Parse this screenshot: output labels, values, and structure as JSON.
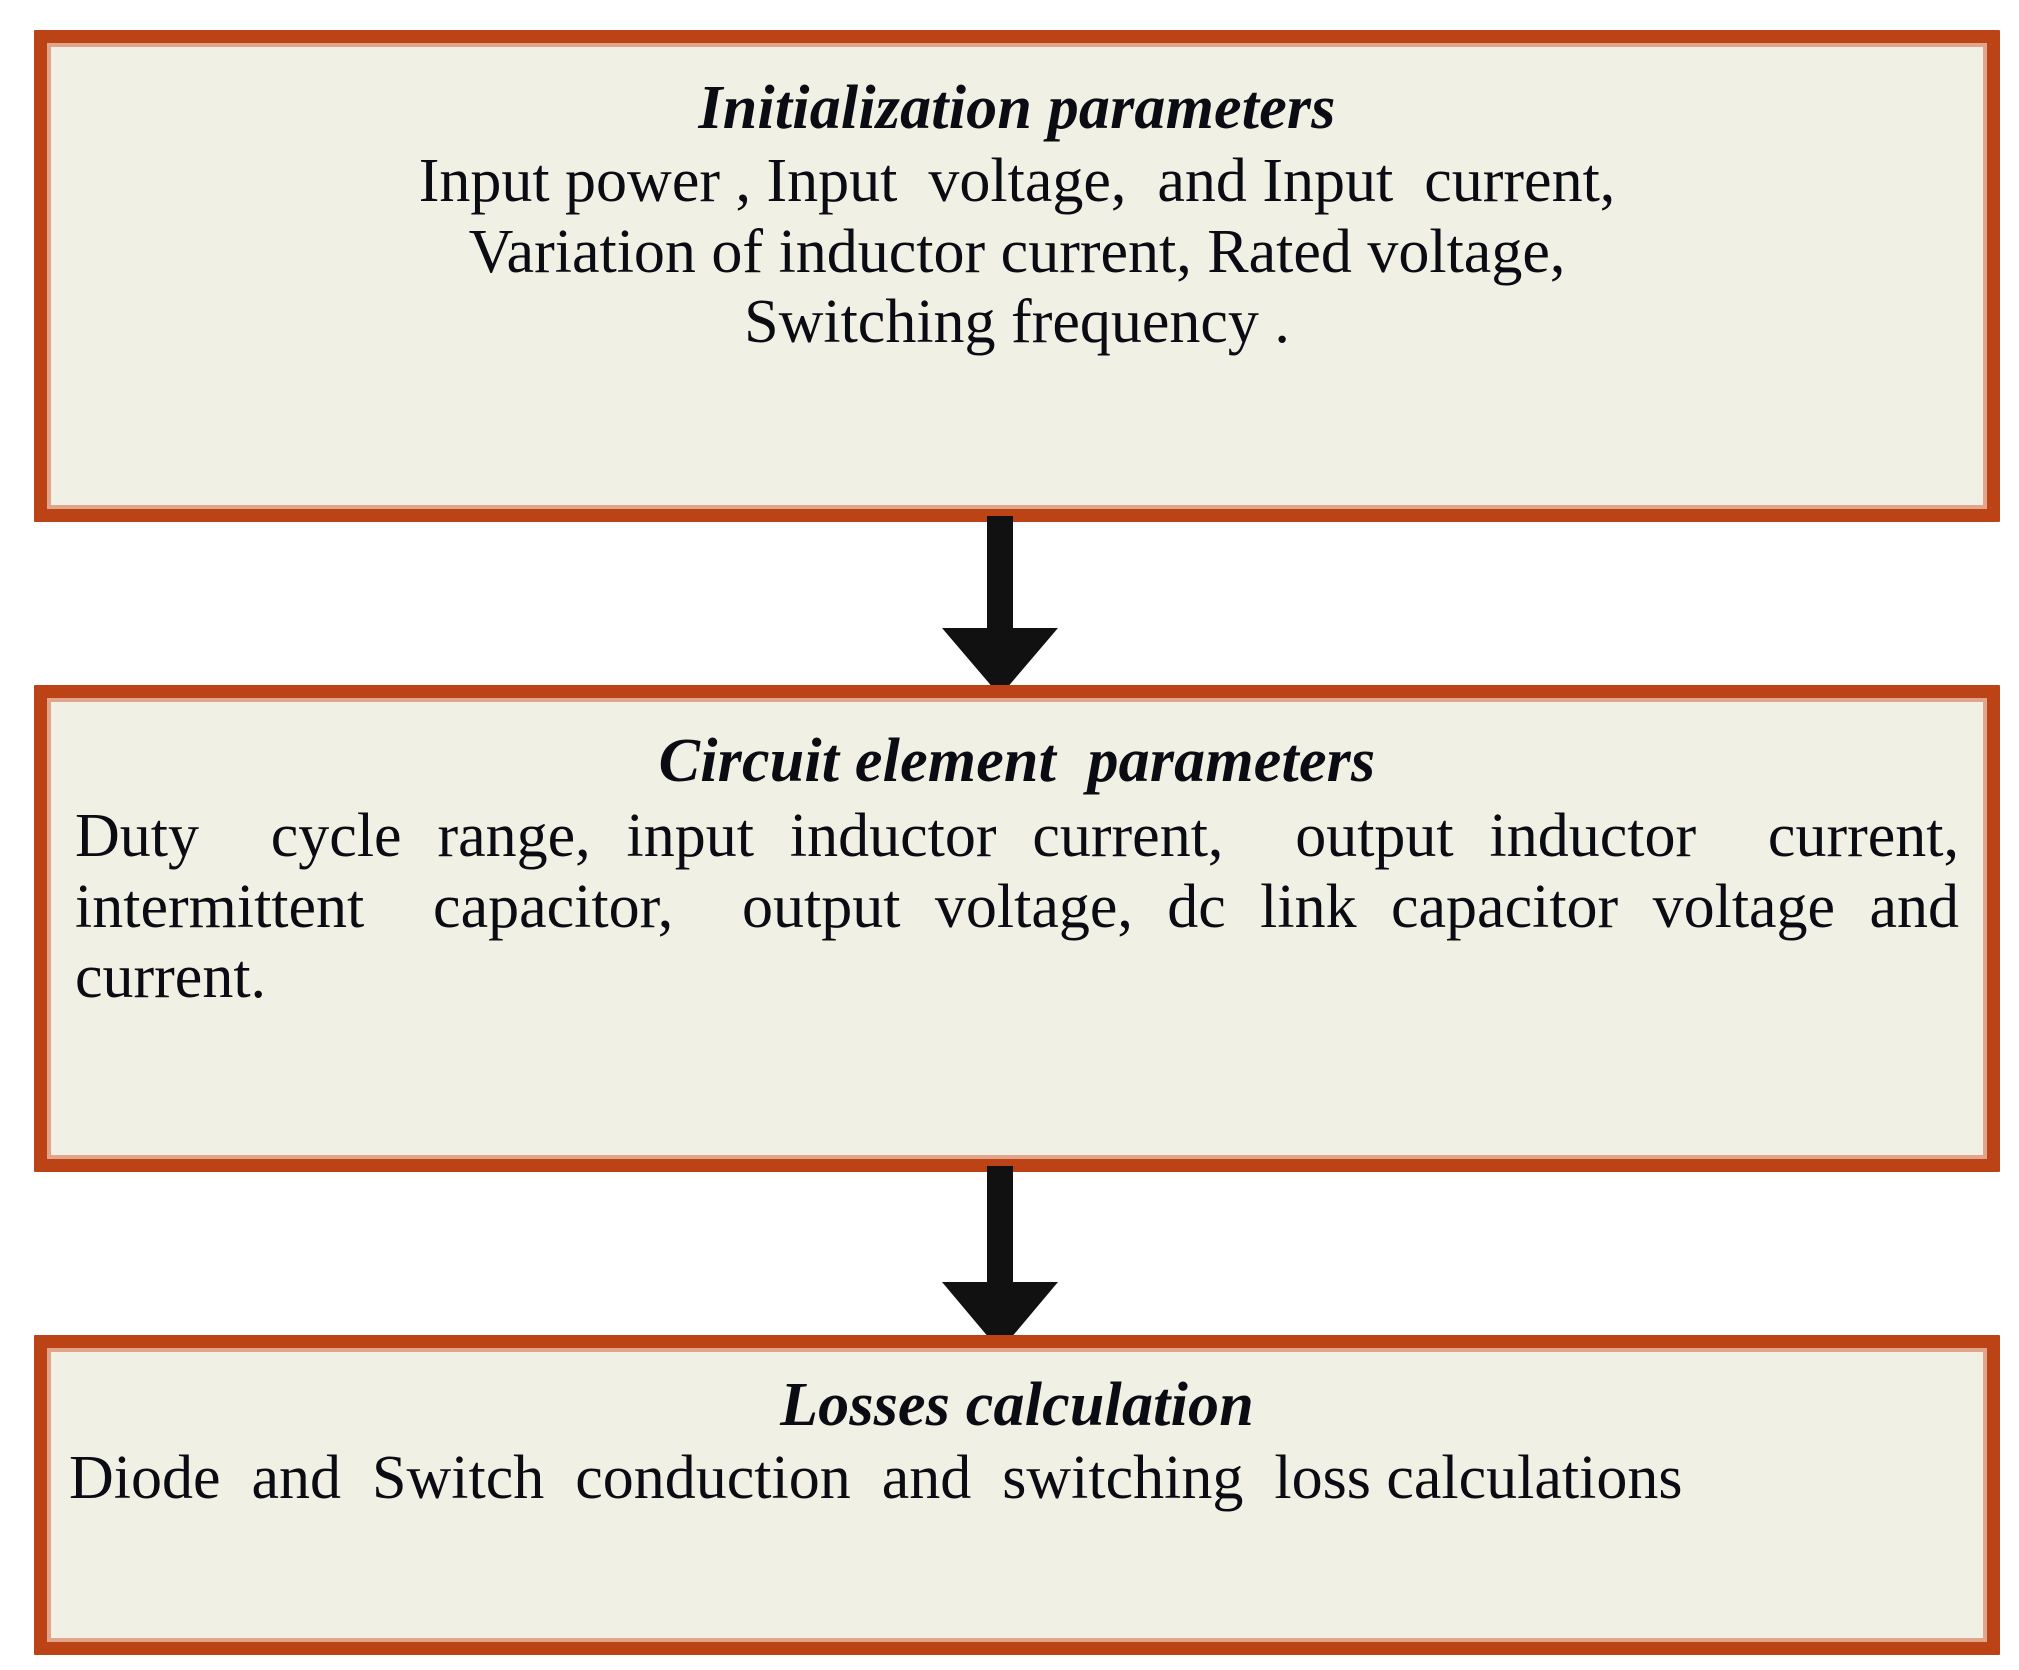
{
  "diagram": {
    "type": "flowchart",
    "orientation": "vertical",
    "colors": {
      "box_border": "#BC4316",
      "box_border_inner": "#E0A58B",
      "box_background": "#F1F0E4",
      "text": "#0B0B14",
      "arrow": "#111111",
      "page_background": "#FFFFFF"
    },
    "nodes": [
      {
        "id": "initialization-parameters",
        "title": "Initialization parameters",
        "body": "Input power , Input  voltage,  and Input  current,\nVariation of inductor current, Rated voltage,\nSwitching frequency ."
      },
      {
        "id": "circuit-element-parameters",
        "title": "Circuit element  parameters",
        "body": "Duty  cycle range, input inductor current,  output inductor  current,  intermittent  capacitor,  output voltage, dc link capacitor voltage and current."
      },
      {
        "id": "losses-calculation",
        "title": "Losses calculation",
        "body": "Diode  and  Switch  conduction  and  switching  loss calculations"
      }
    ],
    "connectors": [
      {
        "id": "arrow-1",
        "from": "initialization-parameters",
        "to": "circuit-element-parameters",
        "shape": "down-arrow"
      },
      {
        "id": "arrow-2",
        "from": "circuit-element-parameters",
        "to": "losses-calculation",
        "shape": "down-arrow"
      }
    ]
  }
}
